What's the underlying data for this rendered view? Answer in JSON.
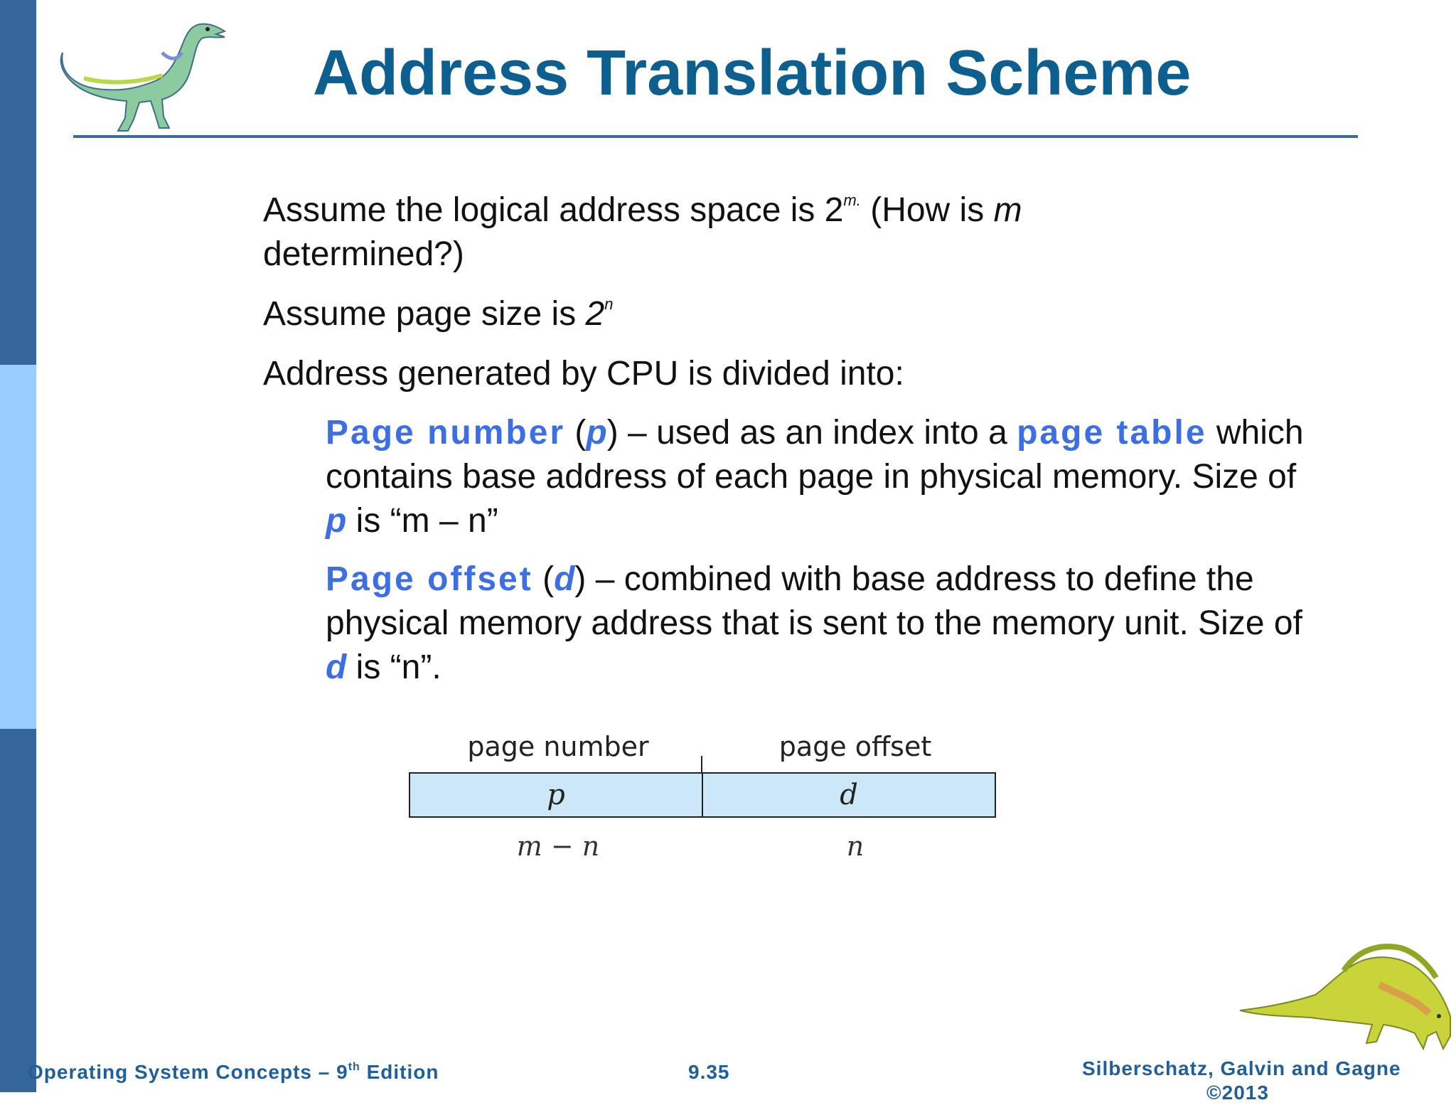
{
  "slide": {
    "title": "Address Translation Scheme",
    "para1": {
      "before": "Assume the logical address space is 2",
      "sup": "m.",
      "middle": " (How is ",
      "var": "m",
      "after": " determined?)"
    },
    "para2": {
      "before": "Assume page size  is  ",
      "base": "2",
      "sup": "n"
    },
    "para3": "Address generated by CPU is divided into:",
    "bullet1": {
      "term": "Page number",
      "open": " (",
      "var": "p",
      "close": ") – used as an index into a ",
      "term2": "page table",
      "rest": " which contains base address of each page in physical memory.  Size of ",
      "var2": "p",
      "end": " is  “m – n”"
    },
    "bullet2": {
      "term": "Page offset",
      "open": " (",
      "var": "d",
      "close": ") – combined with base address to define the physical memory address that is sent to the memory unit.  Size of ",
      "var2": "d",
      "end": " is “n”."
    }
  },
  "diagram": {
    "left_label": "page number",
    "right_label": "page offset",
    "left_cell": "p",
    "right_cell": "d",
    "left_size": "m − n",
    "right_size": "n"
  },
  "footer": {
    "left_before": "Operating System Concepts – 9",
    "left_sup": "th",
    "left_after": " Edition",
    "center": "9.35",
    "right_line1": "Silberschatz, Galvin and Gagne",
    "right_line2": "©2013"
  },
  "colors": {
    "title": "#0d5f8f",
    "keyword": "#3c6ee6",
    "sidebar_dark": "#35669b",
    "sidebar_light": "#99ccff",
    "box_fill": "#cce8f8",
    "footer": "#1f5f9c"
  },
  "icons": [
    "dinosaur-logo-icon",
    "dinosaur-corner-icon"
  ]
}
